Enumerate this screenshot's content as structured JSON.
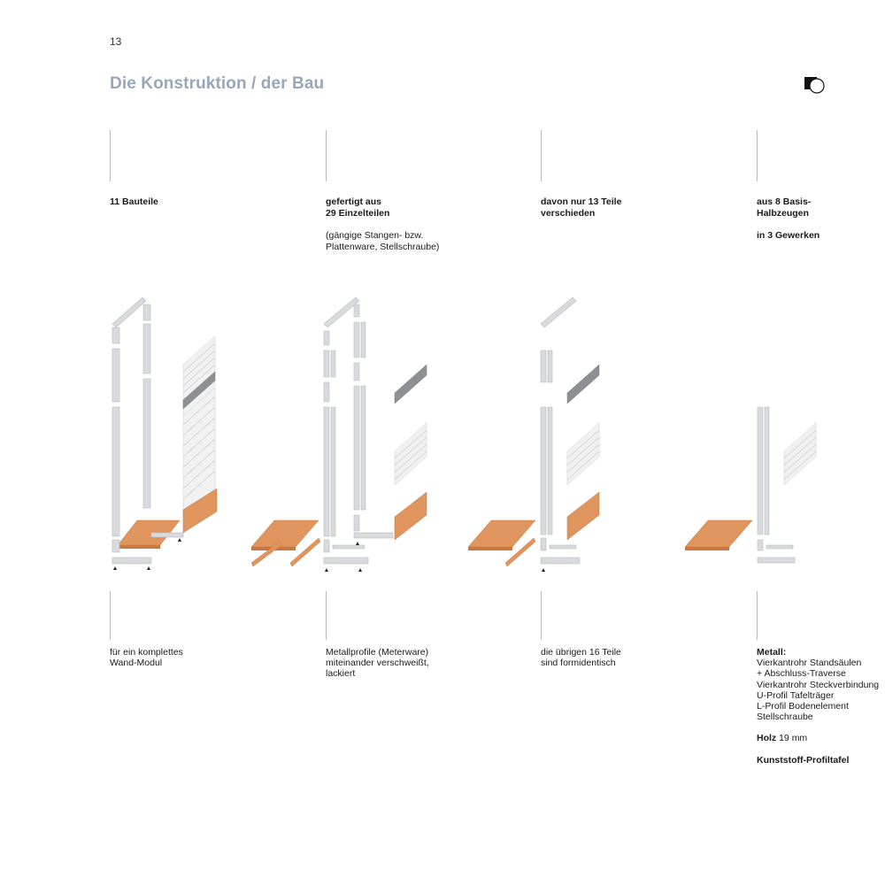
{
  "page": {
    "number": "13",
    "title": "Die Konstruktion / der Bau"
  },
  "logo": {
    "icon": "square-circle-logo-icon"
  },
  "columns": [
    {
      "head": [
        "11 Bauteile"
      ],
      "sub": [],
      "foot": [
        "für ein komplettes",
        "Wand-Modul"
      ]
    },
    {
      "head": [
        "gefertigt aus",
        "29 Einzelteilen"
      ],
      "sub": [
        "(gängige Stangen- bzw.",
        "Plattenware, Stellschraube)"
      ],
      "foot": [
        "Metallprofile (Meterware)",
        "miteinander verschweißt,",
        "lackiert"
      ]
    },
    {
      "head": [
        "davon nur 13 Teile",
        "verschieden"
      ],
      "sub": [],
      "foot": [
        "die übrigen 16 Teile",
        "sind formidentisch"
      ]
    },
    {
      "head": [
        "aus 8 Basis-",
        "Halbzeugen"
      ],
      "sub_bold": [
        "in 3 Gewerken"
      ],
      "foot_metal_title": "Metall:",
      "foot_metal": [
        "Vierkantrohr Standsäulen",
        "+ Abschluss-Traverse",
        "Vierkantrohr Steckverbindung",
        "U-Profil Tafelträger",
        "L-Profil Bodenelement",
        "Stellschraube"
      ],
      "foot_wood_title": "Holz",
      "foot_wood_value": "19 mm",
      "foot_plastic_title": "Kunststoff-Profiltafel"
    }
  ],
  "colors": {
    "title": "#9aa6ba",
    "metal": "#d8dadd",
    "wood": "#e0955e",
    "panel": "#f1f1f1",
    "dark_metal": "#8d8f93"
  }
}
